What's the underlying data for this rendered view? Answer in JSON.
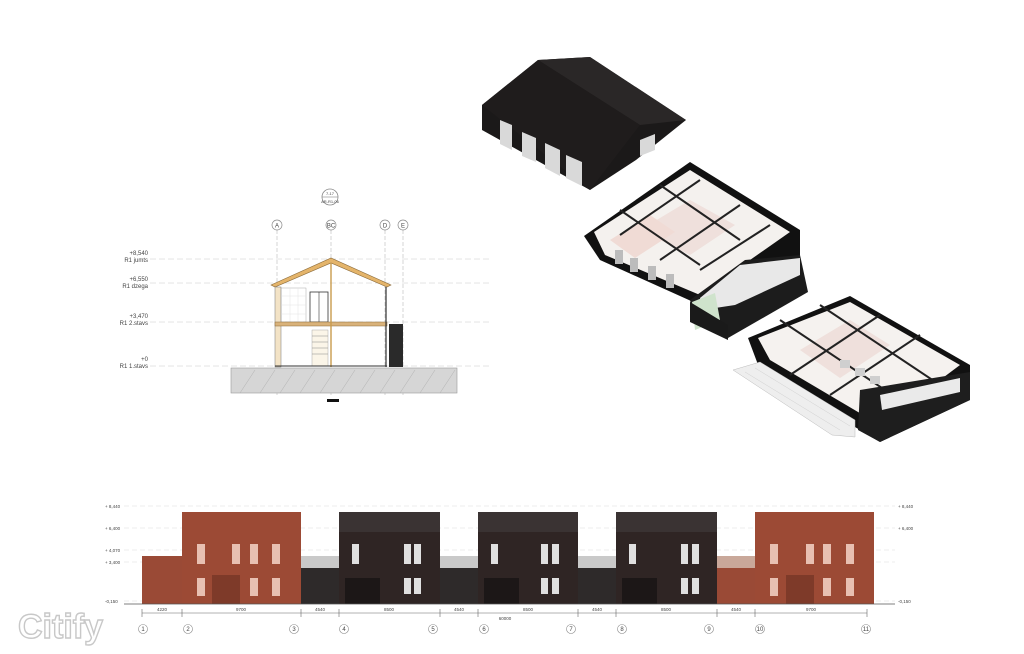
{
  "section": {
    "callout": [
      "7-17",
      "AR-R1-06"
    ],
    "grid_axes": [
      "A",
      "BC",
      "D",
      "E"
    ],
    "levels": [
      {
        "value": "+8,540",
        "name": "R1 jumts"
      },
      {
        "value": "+6,550",
        "name": "R1 dzega"
      },
      {
        "value": "+3,470",
        "name": "R1 2.stavs"
      },
      {
        "value": "+0",
        "name": "R1 1.stavs"
      }
    ]
  },
  "elevation": {
    "left_levels": [
      "+ 8,440",
      "+ 6,400",
      "+ 4,070",
      "+ 3,400",
      "-0,150"
    ],
    "right_levels": [
      "+ 8,440",
      "+ 6,400",
      "-0,150"
    ],
    "dimensions": [
      "4220",
      "9700",
      "4540",
      "8500",
      "4540",
      "8500",
      "4540",
      "8500",
      "4540",
      "9700"
    ],
    "overall_dimension": "60000",
    "axes": [
      "1",
      "2",
      "3",
      "4",
      "5",
      "6",
      "7",
      "8",
      "9",
      "10",
      "11"
    ]
  },
  "watermark": "Citify",
  "colors": {
    "roof_black": "#1c1a1a",
    "red_brick": "#9c4a35",
    "dark_brown": "#2f2524",
    "grid_line": "#bbbbbb"
  }
}
